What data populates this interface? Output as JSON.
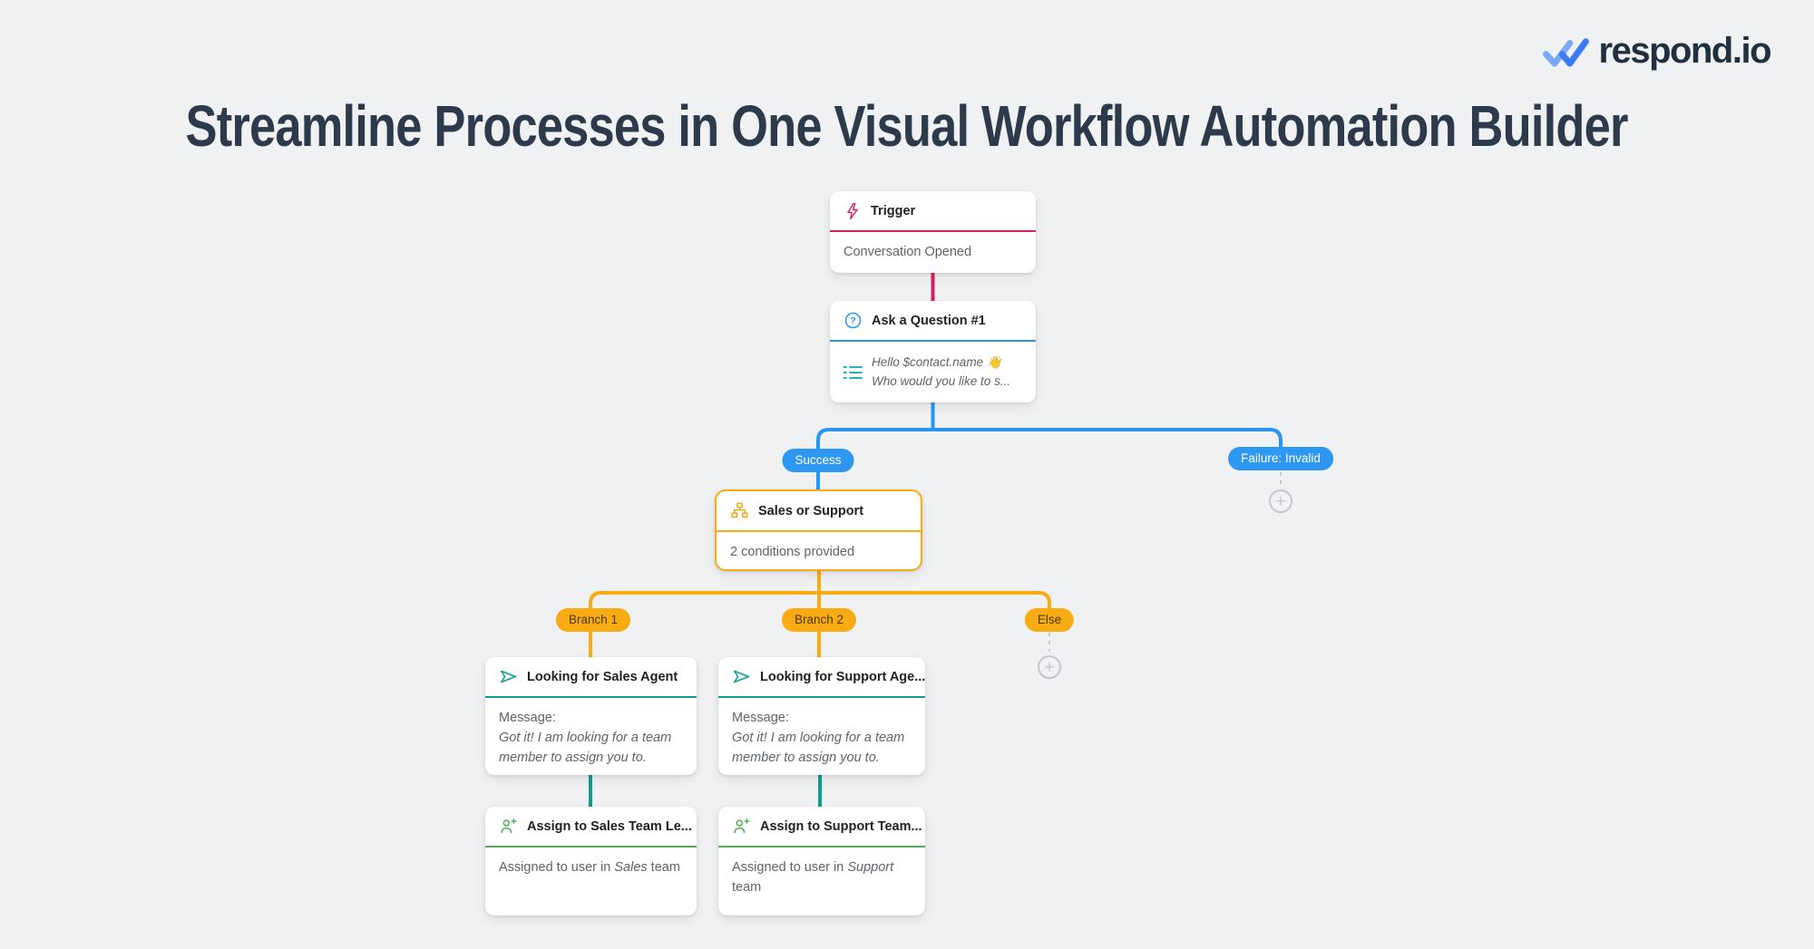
{
  "logo": {
    "brand": "respond.io"
  },
  "title": "Streamline Processes in One Visual Workflow Automation Builder",
  "icons": {
    "question_mark": "?",
    "add_step": "+"
  },
  "colors": {
    "background": "#f0f1f3",
    "trigger_accent": "#d6215f",
    "question_accent": "#2796f2",
    "branch_accent": "#f9ab13",
    "message_accent": "#0f9d8f",
    "assign_accent": "#4caf50",
    "title_text": "#2c3a4b"
  },
  "workflow": {
    "trigger": {
      "title": "Trigger",
      "body": "Conversation Opened"
    },
    "ask_question": {
      "title": "Ask a Question #1",
      "message_line1": "Hello $contact.name 👋",
      "message_line2": "Who would you like to s..."
    },
    "branch_success": "Success",
    "branch_failure": "Failure: Invalid",
    "sales_or_support": {
      "title": "Sales or Support",
      "body": "2 conditions provided"
    },
    "branch1": "Branch 1",
    "branch2": "Branch 2",
    "branch_else": "Else",
    "looking_sales": {
      "title": "Looking for Sales Agent",
      "label": "Message:",
      "message": "Got it! I am looking for a team member to assign you to."
    },
    "looking_support": {
      "title": "Looking for Support Age...",
      "label": "Message:",
      "message": "Got it! I am looking for a team member to assign you to."
    },
    "assign_sales": {
      "title": "Assign to Sales Team Le...",
      "prefix": "Assigned to user in",
      "team": "Sales",
      "suffix": "team"
    },
    "assign_support": {
      "title": "Assign to Support Team...",
      "prefix": "Assigned to user in",
      "team": "Support",
      "suffix": "team"
    }
  }
}
